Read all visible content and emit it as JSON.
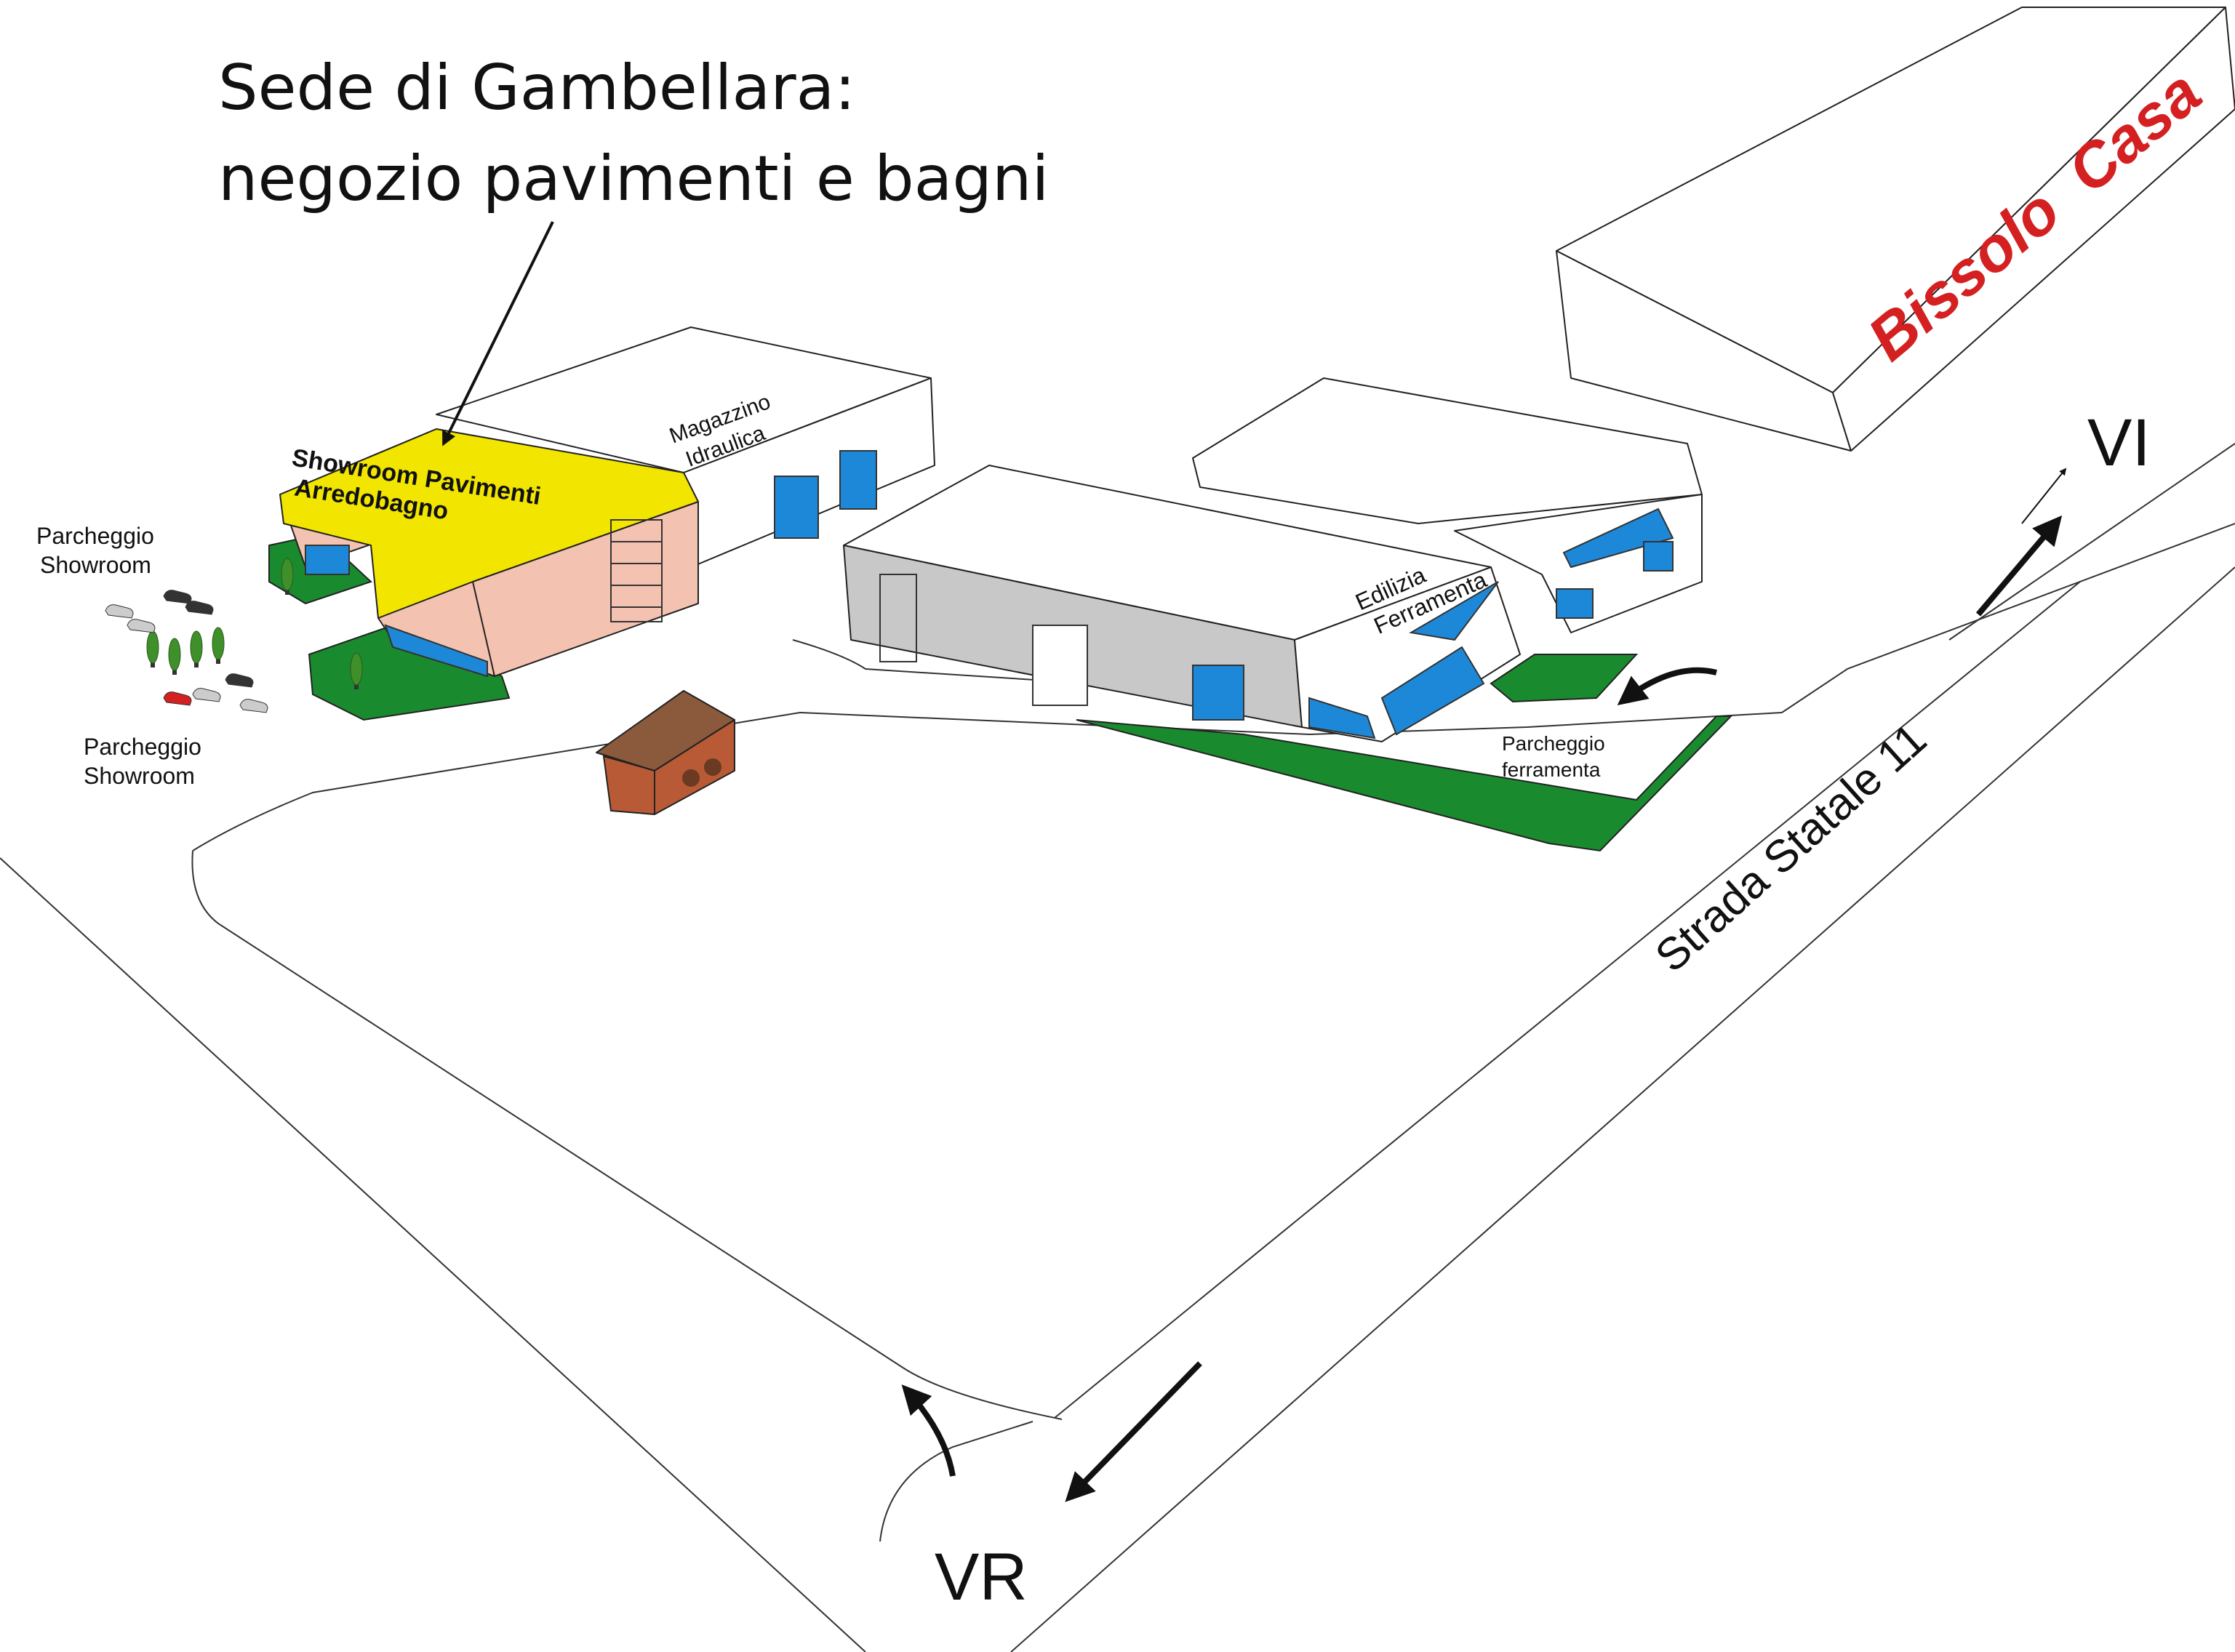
{
  "map": {
    "headline": {
      "line1": "Sede di Gambellara:",
      "line2": "negozio pavimenti e bagni"
    },
    "buildings": {
      "showroom_label_1": "Showroom Pavimenti",
      "showroom_label_2": "Arredobagno",
      "warehouse_label_1": "Magazzino",
      "warehouse_label_2": "Idraulica",
      "hardware_label_1": "Edilizia",
      "hardware_label_2": "Ferramenta",
      "bissolo_sign": "Bissolo  Casa"
    },
    "parking": {
      "showroom_top_1": "Parcheggio",
      "showroom_top_2": "Showroom",
      "showroom_bottom_1": "Parcheggio",
      "showroom_bottom_2": "Showroom",
      "hardware_1": "Parcheggio",
      "hardware_2": "ferramenta"
    },
    "road": {
      "name": "Strada Statale 11",
      "dest_north": "VI",
      "dest_south": "VR"
    },
    "colors": {
      "showroom_roof": "#f2e600",
      "showroom_wall": "#f4c2b0",
      "lawn": "#1a8a2e",
      "window_blue": "#1e88d8",
      "brick": "#b85a35",
      "sign_red": "#d42020"
    }
  }
}
